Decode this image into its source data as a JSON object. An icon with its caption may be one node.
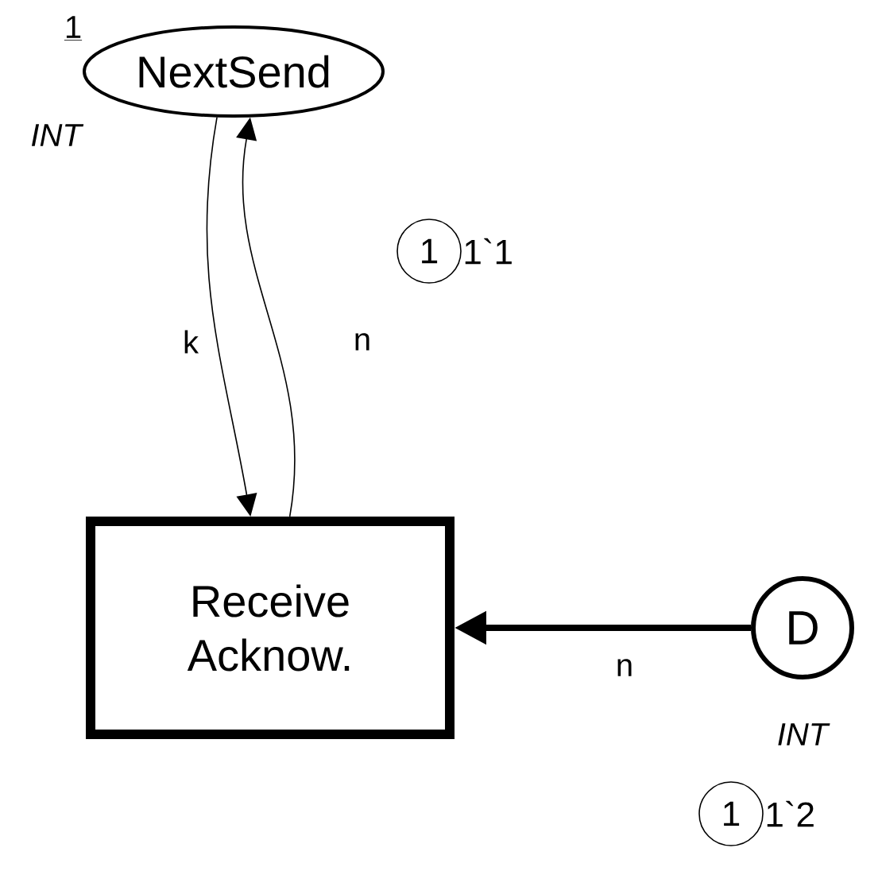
{
  "diagram": {
    "nodes": [
      {
        "text": [
          "NextSend"
        ],
        "beside": [
          "1",
          "INT"
        ]
      },
      {
        "text": [
          "Receive Acknow."
        ]
      },
      {
        "text": [
          "D"
        ],
        "beside": [
          "INT"
        ]
      },
      {
        "text": [
          "1"
        ],
        "beside": [
          "1`1"
        ]
      },
      {
        "text": [
          "1"
        ],
        "beside": [
          "1`2"
        ]
      }
    ],
    "edges": [
      {
        "from": 0,
        "to": 1,
        "arrow": "to",
        "label": "k"
      },
      {
        "from": 1,
        "to": 0,
        "arrow": "to",
        "label": "n"
      },
      {
        "from": 2,
        "to": 1,
        "arrow": "to",
        "label": "n",
        "style": "thick"
      }
    ]
  }
}
